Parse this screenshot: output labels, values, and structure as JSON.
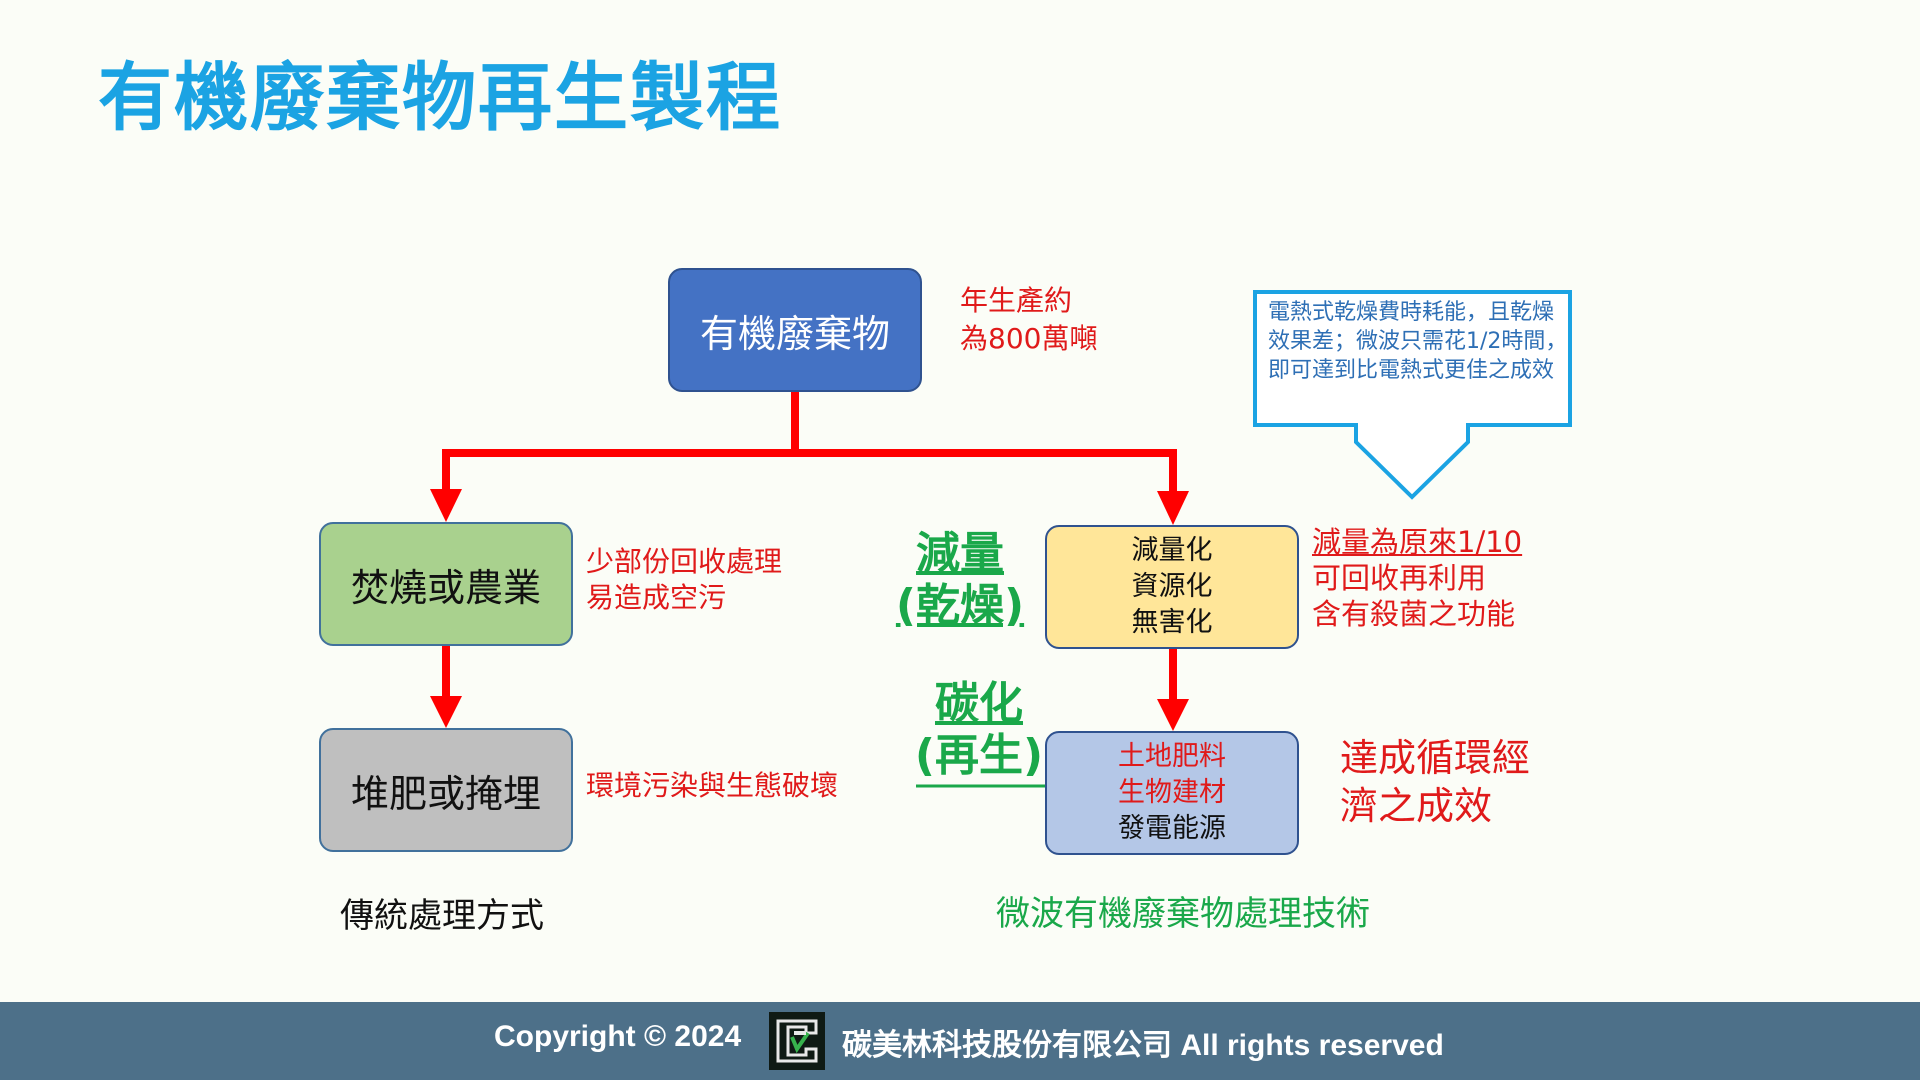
{
  "title": "有機廢棄物再生製程",
  "nodes": {
    "top": "有機廢棄物",
    "burn": "焚燒或農業",
    "compost": "堆肥或掩埋",
    "reduce": [
      "減量化",
      "資源化",
      "無害化"
    ],
    "carbon": [
      "土地肥料",
      "生物建材",
      "發電能源"
    ]
  },
  "notes": {
    "top": [
      "年生產約",
      "為800萬噸"
    ],
    "burn": [
      "少部份回收處理",
      "易造成空污"
    ],
    "compost": "環境污染與生態破壞",
    "reduce": [
      "減量為原來1/10",
      "可回收再利用",
      "含有殺菌之功能"
    ],
    "circular": [
      "達成循環經",
      "濟之成效"
    ]
  },
  "labels": {
    "dry": [
      "減量",
      "(乾燥)"
    ],
    "regen": [
      "碳化",
      "(再生)"
    ]
  },
  "callout": "電熱式乾燥費時耗能，且乾燥效果差；微波只需花1/2時間，即可達到比電熱式更佳之成效",
  "captions": {
    "traditional": "傳統處理方式",
    "microwave": "微波有機廢棄物處理技術"
  },
  "footer": {
    "copyright": "Copyright © 2024",
    "company": "碳美林科技股份有限公司  All rights reserved"
  },
  "colors": {
    "title": "#1ba3e3",
    "arrow": "#ff0000",
    "green": "#1aa84a",
    "callout_border": "#1ba3e3",
    "footer_bg": "#4d7089"
  }
}
